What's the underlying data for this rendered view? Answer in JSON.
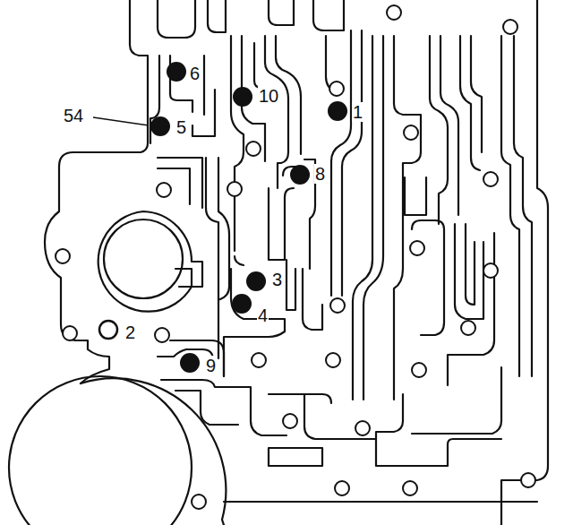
{
  "diagram": {
    "labels": [
      "6",
      "10",
      "1",
      "54",
      "5",
      "8",
      "3",
      "4",
      "2",
      "9"
    ]
  }
}
